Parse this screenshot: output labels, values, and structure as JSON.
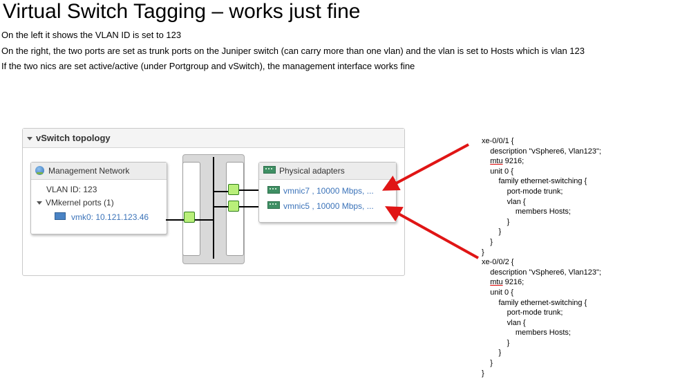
{
  "title": "Virtual Switch Tagging – works just fine",
  "notes": [
    "On the left it shows the VLAN ID is set to 123",
    "On the right, the two ports are set as trunk ports on the Juniper switch (can carry more than one vlan) and the vlan is set to Hosts which is vlan 123",
    "If the two nics are set active/active (under Portgroup and vSwitch), the management interface works fine"
  ],
  "vswitch": {
    "header": "vSwitch topology",
    "portgroup": {
      "name": "Management Network",
      "vlan": "VLAN ID: 123",
      "vmkernel_ports": "VMkernel ports (1)",
      "vmk": "vmk0: 10.121.123.46"
    },
    "physical_adapters": {
      "header": "Physical adapters",
      "items": [
        "vmnic7 , 10000 Mbps, ...",
        "vmnic5 , 10000 Mbps, ..."
      ]
    }
  },
  "config": {
    "lines": [
      "xe-0/0/1 {",
      "    description \"vSphere6, Vlan123\";",
      "    mtu 9216;",
      "    unit 0 {",
      "        family ethernet-switching {",
      "            port-mode trunk;",
      "            vlan {",
      "                members Hosts;",
      "            }",
      "        }",
      "    }",
      "}",
      "xe-0/0/2 {",
      "    description \"vSphere6, Vlan123\";",
      "    mtu 9216;",
      "    unit 0 {",
      "        family ethernet-switching {",
      "            port-mode trunk;",
      "            vlan {",
      "                members Hosts;",
      "            }",
      "        }",
      "    }",
      "}"
    ]
  },
  "colors": {
    "arrow": "#e01515",
    "link": "#3b73b9",
    "port": "#b9ef7a"
  }
}
